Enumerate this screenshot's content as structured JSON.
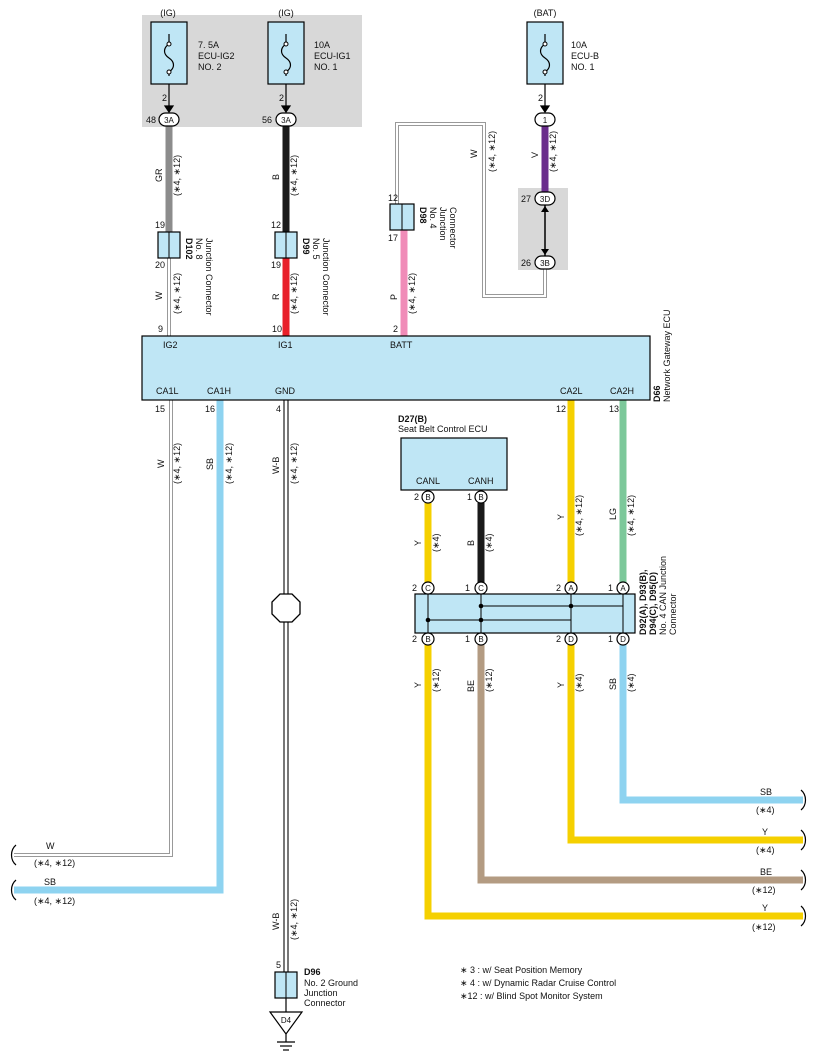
{
  "fuses": [
    {
      "id": "fuse-ecu-ig2",
      "source": "(IG)",
      "rating": "7. 5A",
      "name": "ECU-IG2",
      "name2": "NO. 2"
    },
    {
      "id": "fuse-ecu-ig1",
      "source": "(IG)",
      "rating": "10A",
      "name": "ECU-IG1",
      "name2": "NO. 1"
    },
    {
      "id": "fuse-ecu-b",
      "source": "(BAT)",
      "rating": "10A",
      "name": "ECU-B",
      "name2": "NO. 1"
    }
  ],
  "connectors": {
    "c3a": "3A",
    "c1": "1",
    "c3d": "3D",
    "c3b": "3B",
    "cb": "B",
    "cc": "C",
    "ca": "A",
    "cd": "D"
  },
  "pins": {
    "p2": "2",
    "p48": "48",
    "p56": "56",
    "p27": "27",
    "p26": "26",
    "p19": "19",
    "p20": "20",
    "p12": "12",
    "p17": "17",
    "p9": "9",
    "p10": "10",
    "p15": "15",
    "p16": "16",
    "p4": "4",
    "p13": "13",
    "p1": "1",
    "p5": "5"
  },
  "components": {
    "d102": {
      "id": "D102",
      "line1": "No.  8",
      "line2": "Junction Connector"
    },
    "d99": {
      "id": "D99",
      "line1": "No.  5",
      "line2": "Junction Connector"
    },
    "d98": {
      "id": "D98",
      "line1": "No.  4",
      "line2": "Junction",
      "line3": "Connector"
    },
    "d66": {
      "id": "D66",
      "name": "Network Gateway ECU",
      "pins": {
        "ig2": "IG2",
        "ig1": "IG1",
        "batt": "BATT",
        "ca1l": "CA1L",
        "ca1h": "CA1H",
        "gnd": "GND",
        "ca2l": "CA2L",
        "ca2h": "CA2H"
      }
    },
    "d27": {
      "id": "D27(B)",
      "name": "Seat Belt Control ECU",
      "pins": {
        "canl": "CANL",
        "canh": "CANH"
      }
    },
    "d92": {
      "id1": "D92(A), D93(B),",
      "id2": "D94(C), D95(D)",
      "line1": "No.  4 CAN Junction",
      "line2": "Connector"
    },
    "d96": {
      "id": "D96",
      "line1": "No.  2 Ground",
      "line2": "Junction",
      "line3": "Connector"
    },
    "d4": {
      "id": "D4"
    }
  },
  "wires": {
    "gr": "GR",
    "b": "B",
    "w": "W",
    "r": "R",
    "p": "P",
    "v": "V",
    "sb": "SB",
    "wb": "W-B",
    "y": "Y",
    "lg": "LG",
    "be": "BE"
  },
  "variants": {
    "v412": "(∗4, ∗12)",
    "v4": "(∗4)",
    "v12": "(∗12)"
  },
  "notes": [
    "∗ 3 : w/ Seat Position Memory",
    "∗ 4 : w/ Dynamic Radar Cruise Control",
    "∗12 : w/ Blind Spot Monitor System"
  ],
  "colors": {
    "gray_wire": "#8c8c8c",
    "black_wire": "#1a1a1a",
    "red_wire": "#e8202a",
    "pink_wire": "#f08cb8",
    "violet_wire": "#6a2d8c",
    "skyblue_wire": "#8ed3f0",
    "yellow_wire": "#f5d000",
    "lightgreen_wire": "#7cc89a",
    "beige_wire": "#b39b82",
    "component_fill": "#bfe6f5",
    "junction_fill": "#d8d8d8"
  }
}
